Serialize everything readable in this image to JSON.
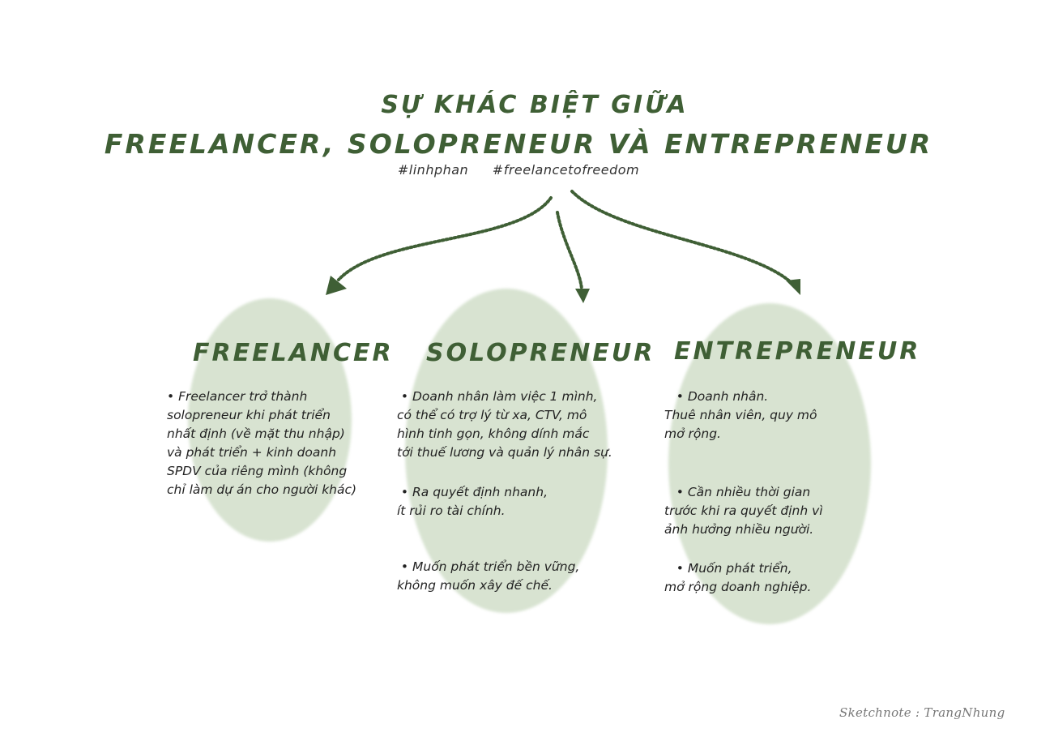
{
  "header": {
    "title_line_1": "SỰ KHÁC BIỆT GIỮA",
    "title_line_2": "FREELANCER, SOLOPRENEUR VÀ ENTREPRENEUR",
    "hashtag_1": "#linhphan",
    "hashtag_2": "#freelancetofreedom"
  },
  "colors": {
    "accent": "#3f5f35",
    "blob": "#d6e2cf"
  },
  "columns": [
    {
      "title": "FREELANCER",
      "notes": [
        "• Freelancer trở thành\nsolopreneur khi phát triển\nnhất định (về mặt thu nhập)\nvà phát triển + kinh doanh\nSPDV của riêng mình (không\nchỉ làm dự án cho người khác)"
      ]
    },
    {
      "title": "SOLOPRENEUR",
      "notes": [
        " • Doanh nhân làm việc 1 mình,\ncó thể có trợ lý từ xa, CTV, mô\nhình tinh gọn, không dính mắc\ntới thuế lương và quản lý nhân sự.",
        " • Ra quyết định nhanh,\nít rủi ro tài chính.",
        " • Muốn phát triển bền vững,\nkhông muốn xây đế chế."
      ]
    },
    {
      "title": "ENTREPRENEUR",
      "notes": [
        "   • Doanh nhân.\nThuê nhân viên, quy mô\nmở rộng.",
        "   • Cần nhiều thời gian\ntrước khi ra quyết định vì\nảnh hưởng nhiều người.",
        "   • Muốn phát triển,\nmở rộng doanh nghiệp."
      ]
    }
  ],
  "signature": "Sketchnote : TrangNhung"
}
